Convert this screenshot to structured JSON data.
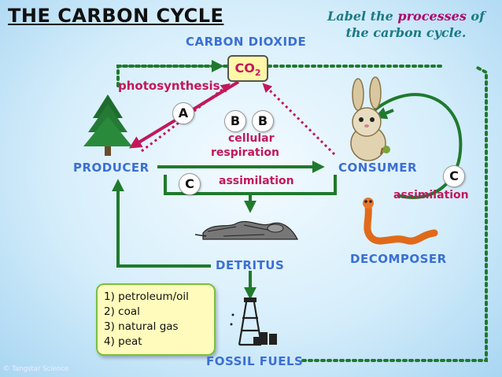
{
  "title": "THE CARBON CYCLE",
  "instruction": {
    "part1": "Label the ",
    "highlight": "processes",
    "part2": " of the carbon cycle."
  },
  "nodes": {
    "carbon_dioxide": "CARBON DIOXIDE",
    "co2_main": "CO",
    "co2_sub": "2",
    "producer": "PRODUCER",
    "consumer": "CONSUMER",
    "detritus": "DETRITUS",
    "decomposer": "DECOMPOSER",
    "fossil_fuels": "FOSSIL FUELS"
  },
  "processes": {
    "photosynthesis": "photosynthesis",
    "cellular_respiration_line1": "cellular",
    "cellular_respiration_line2": "respiration",
    "assimilation_center": "assimilation",
    "assimilation_right": "assimilation"
  },
  "letters": {
    "a": "A",
    "b1": "B",
    "b2": "B",
    "c_left": "C",
    "c_right": "C"
  },
  "fossil_fuel_list": [
    "1)  petroleum/oil",
    "2)  coal",
    "3)  natural gas",
    "4)  peat"
  ],
  "credit": "© Tangstar Science",
  "colors": {
    "green_arrow": "#1f7a2e",
    "magenta_arrow": "#c2185b",
    "dotted_arrow": "#1f7a2e",
    "label_blue": "#3b6fd4"
  },
  "icons": [
    "pine-tree-icon",
    "rabbit-icon",
    "worm-icon",
    "detritus-icon",
    "oil-derrick-icon"
  ]
}
